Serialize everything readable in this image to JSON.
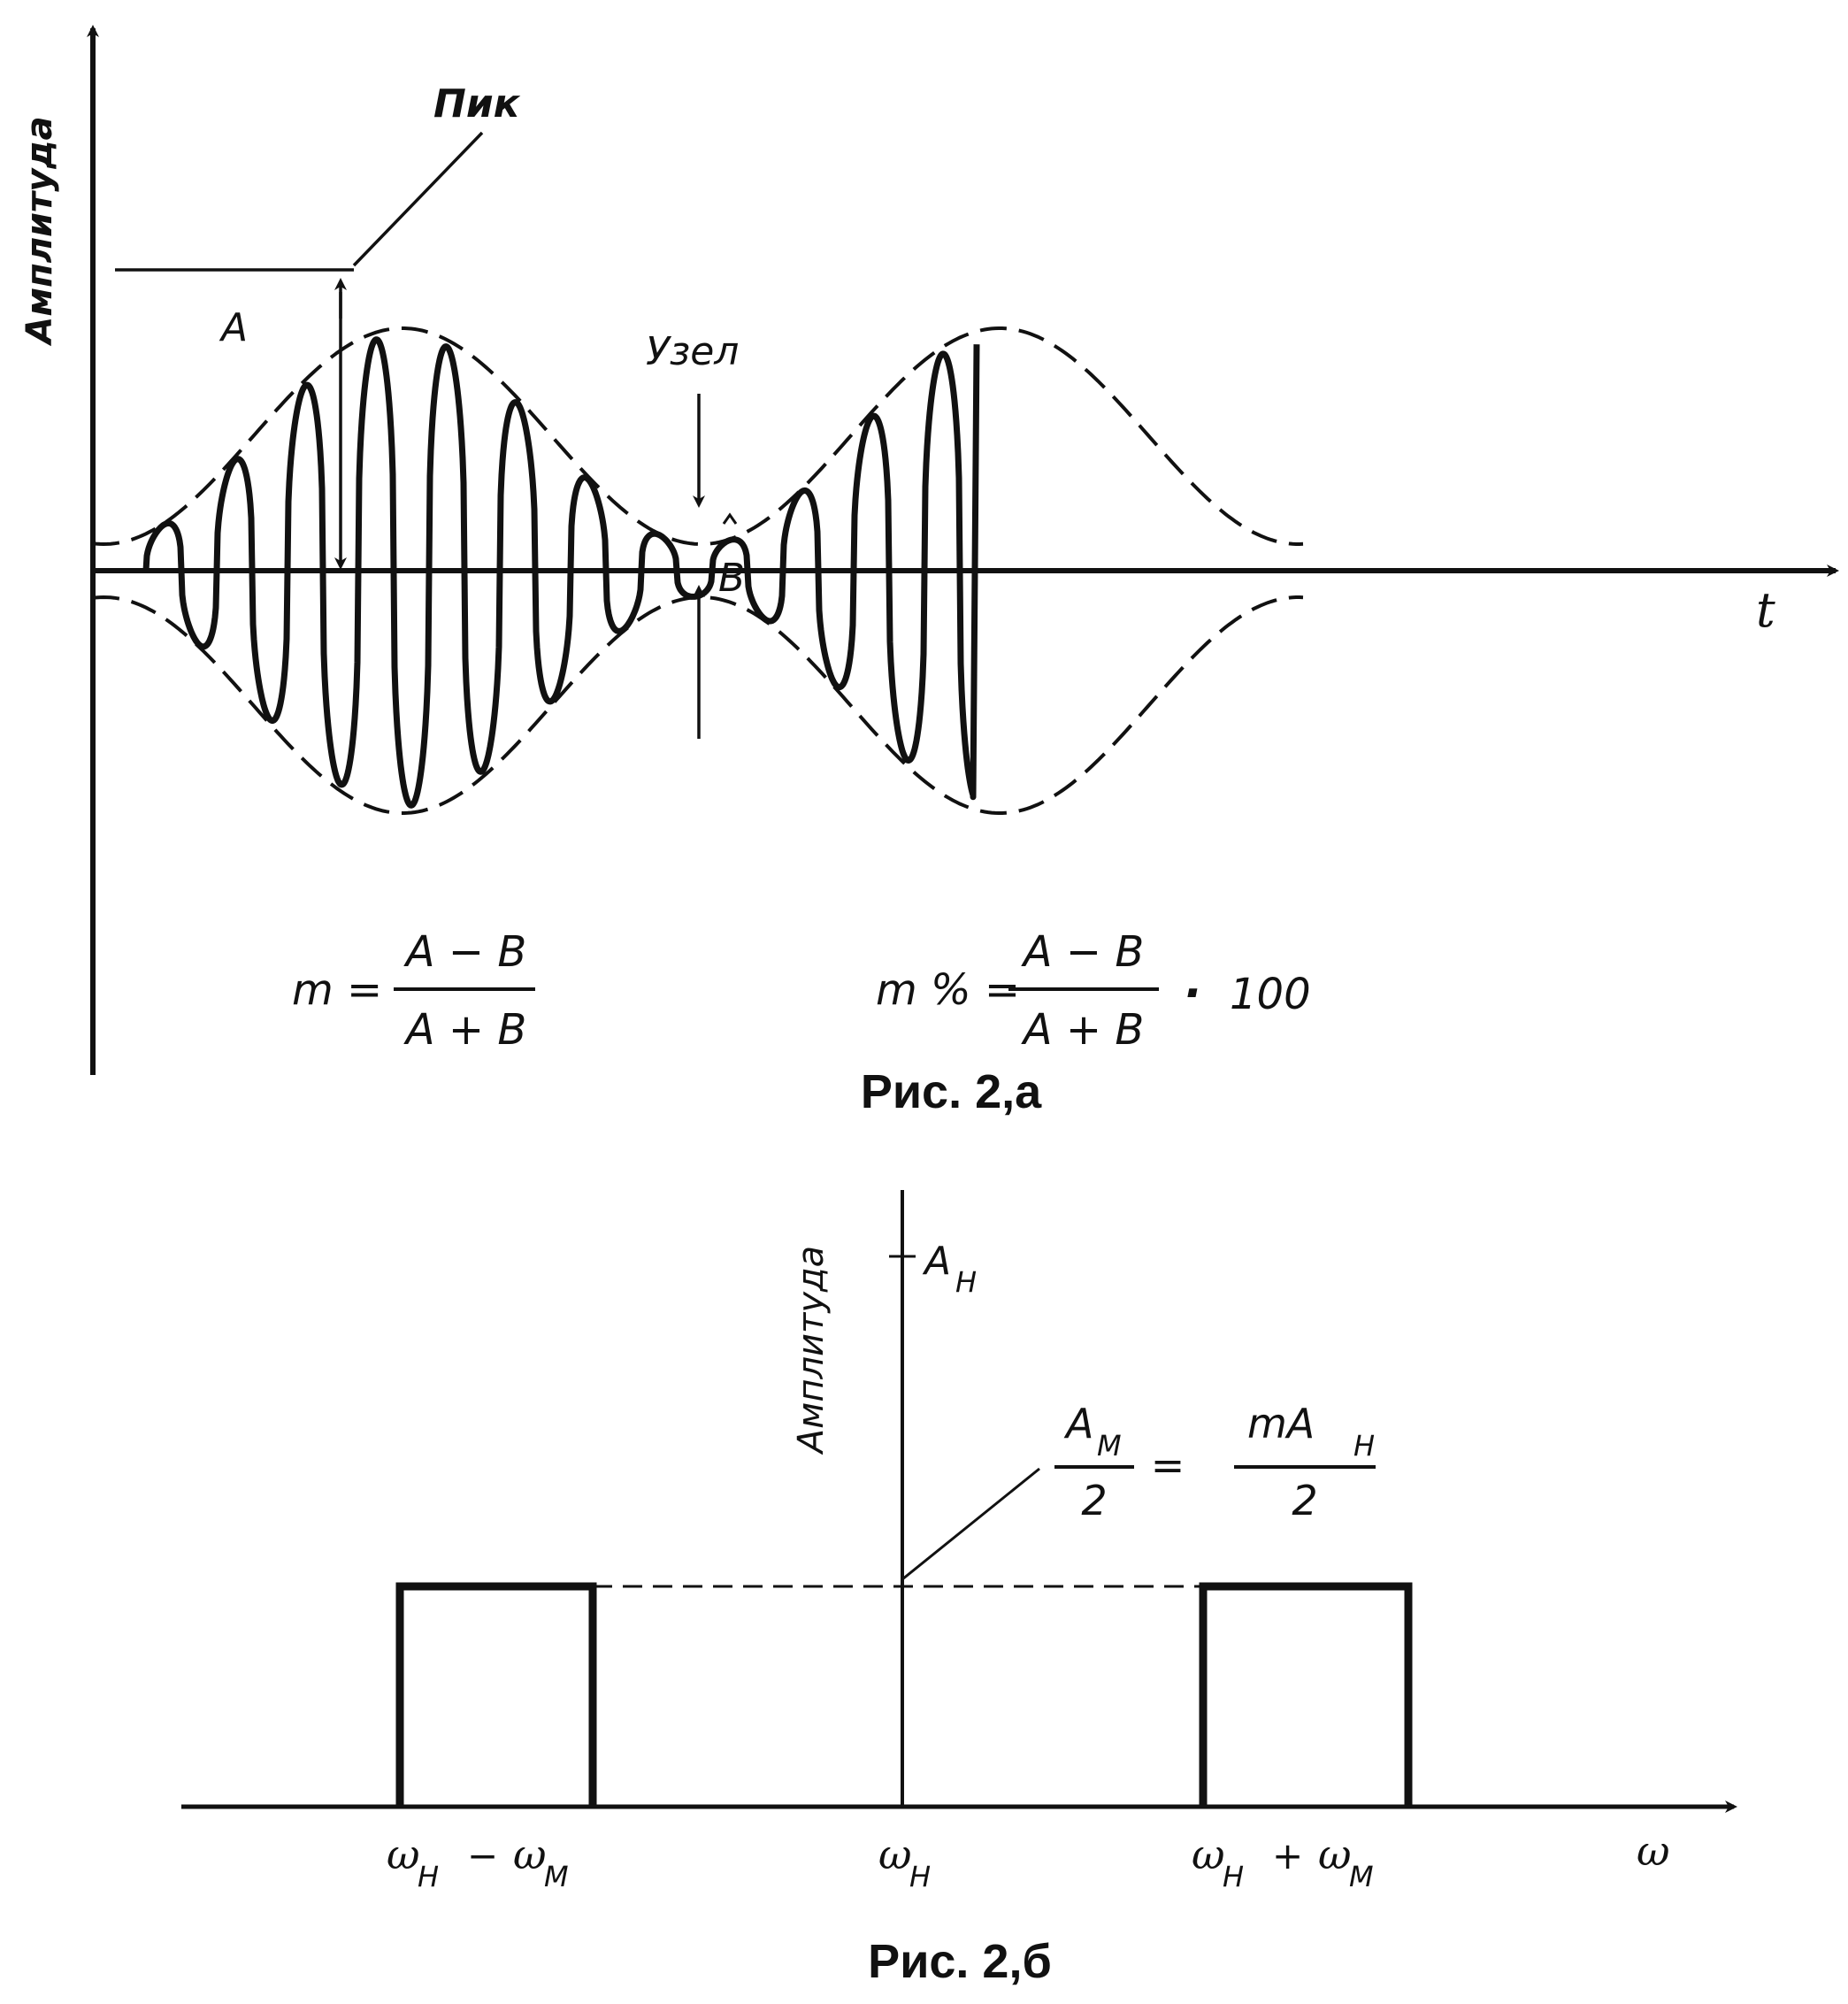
{
  "figure_a": {
    "y_axis_label": "Амплитуда",
    "x_axis_label": "t",
    "peak_label": "Пик",
    "node_label": "Узел",
    "a_label": "A",
    "b_label": "B",
    "formula_m": {
      "lhs": "m =",
      "num": "A − B",
      "den": "A + B"
    },
    "formula_mp": {
      "lhs": "m % =",
      "num": "A − B",
      "den": "A + B",
      "mult": "·",
      "factor": "100"
    },
    "caption": "Рис. 2,а"
  },
  "figure_b": {
    "y_axis_label": "Амплитуда",
    "x_axis_label": "ω",
    "carrier_label": {
      "base": "A",
      "sub": "H"
    },
    "ratio_left": {
      "num_base": "A",
      "num_sub": "M",
      "den": "2"
    },
    "ratio_eq": "=",
    "ratio_right": {
      "num_pre": "mA",
      "num_sub": "H",
      "den": "2"
    },
    "ticks": [
      {
        "base": "ω",
        "sub1": "H",
        "op": "−",
        "base2": "ω",
        "sub2": "M"
      },
      {
        "base": "ω",
        "sub1": "H",
        "op": "",
        "base2": "",
        "sub2": ""
      },
      {
        "base": "ω",
        "sub1": "H",
        "op": "+",
        "base2": "ω",
        "sub2": "M"
      }
    ],
    "caption": "Рис. 2,б"
  },
  "colors": {
    "ink": "#111111",
    "paper": "#ffffff"
  }
}
